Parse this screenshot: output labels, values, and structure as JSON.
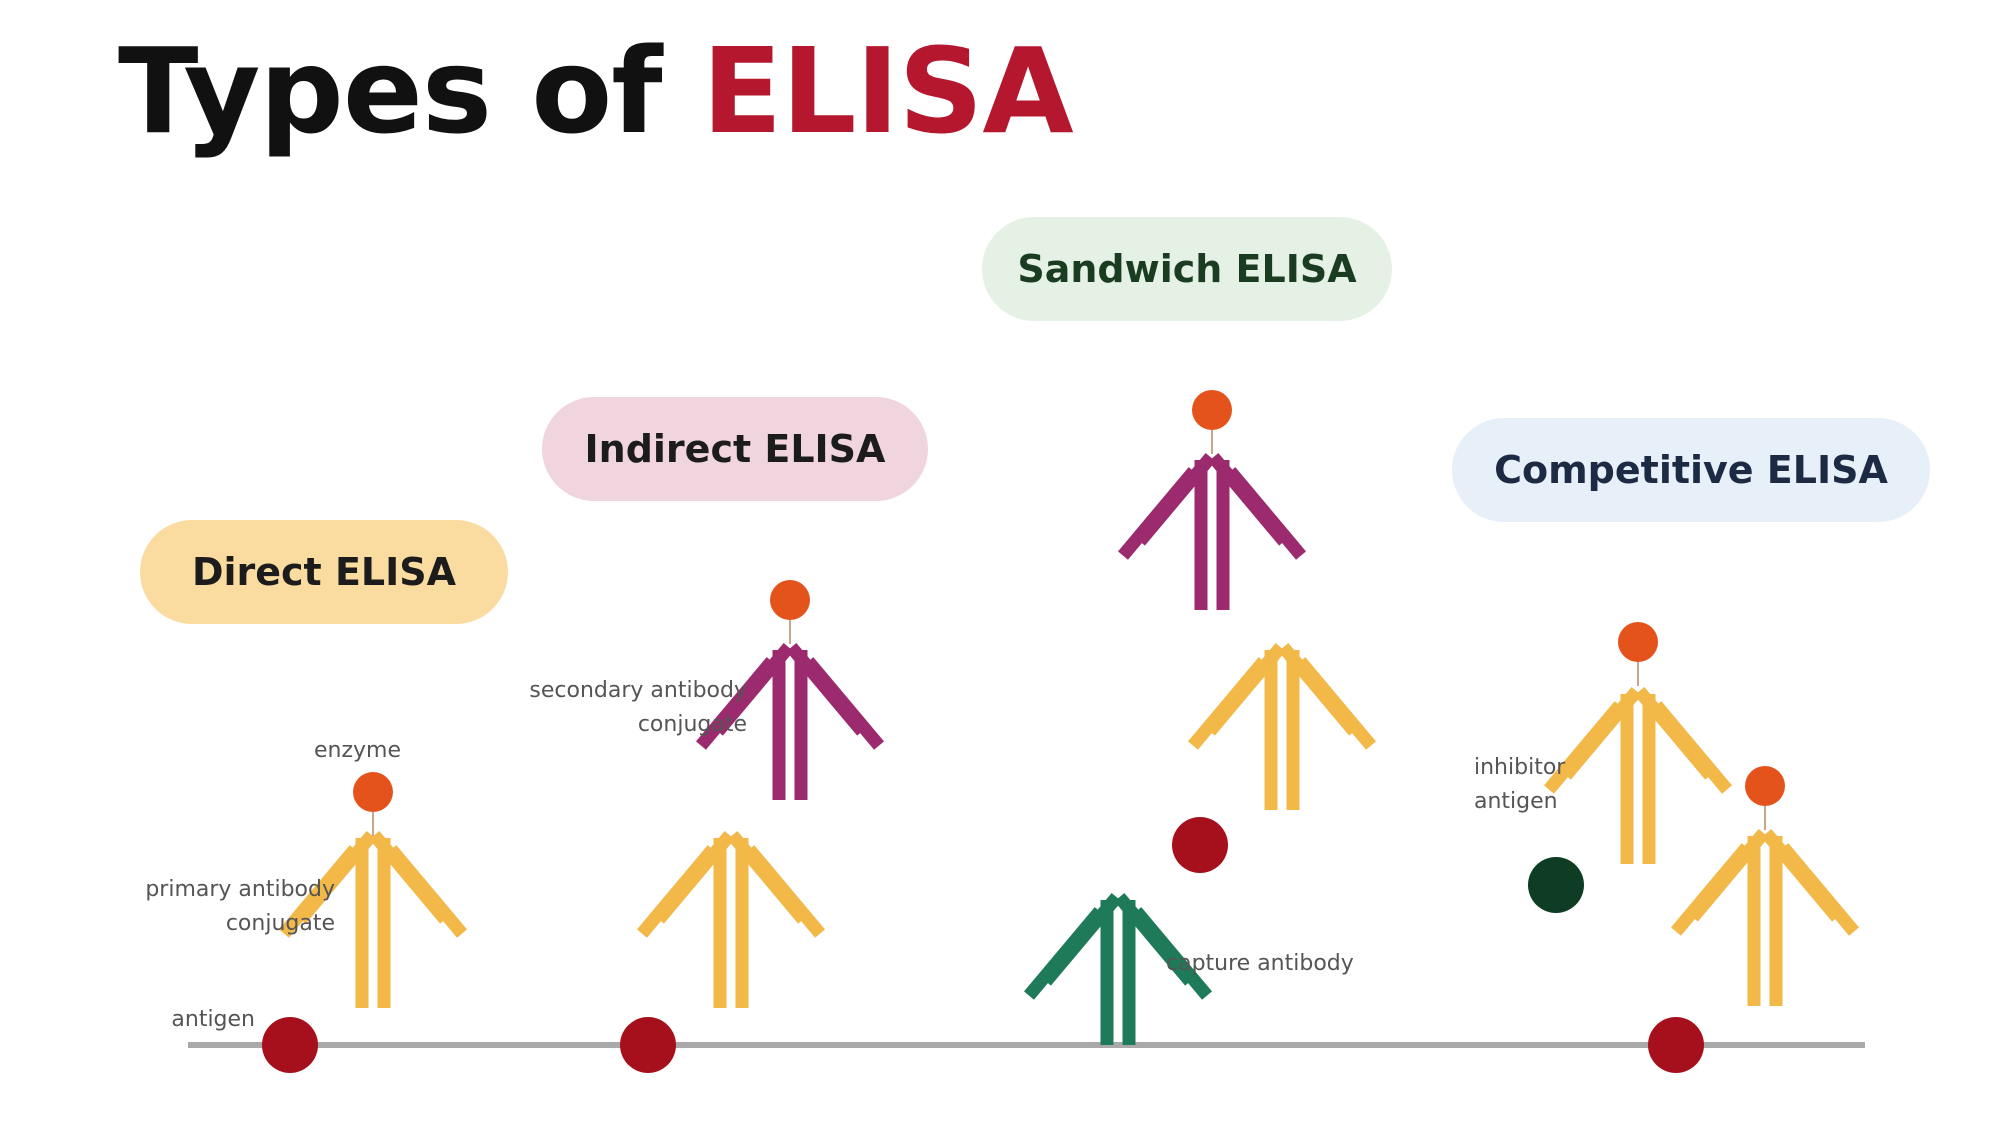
{
  "title": {
    "prefix": "Types of ",
    "accent": "ELISA"
  },
  "panels": {
    "direct": {
      "label": "Direct ELISA"
    },
    "indirect": {
      "label": "Indirect ELISA"
    },
    "sandwich": {
      "label": "Sandwich ELISA"
    },
    "competitive": {
      "label": "Competitive ELISA"
    }
  },
  "labels": {
    "enzyme": "enzyme",
    "primary_line1": "primary antibody",
    "primary_line2": "conjugate",
    "antigen": "antigen",
    "secondary_line1": "secondary antibody",
    "secondary_line2": "conjugate",
    "capture": "capture antibody",
    "inhibitor_line1": "inhibitor",
    "inhibitor_line2": "antigen"
  },
  "colors": {
    "primary_antibody": "#f2b848",
    "secondary_antibody": "#9c2a6e",
    "capture_antibody": "#1e7a58",
    "enzyme": "#e5531d",
    "antigen": "#a6101c",
    "inhibitor": "#0e3d24",
    "surface": "#a9a9a9",
    "accent": "#b5182e"
  }
}
